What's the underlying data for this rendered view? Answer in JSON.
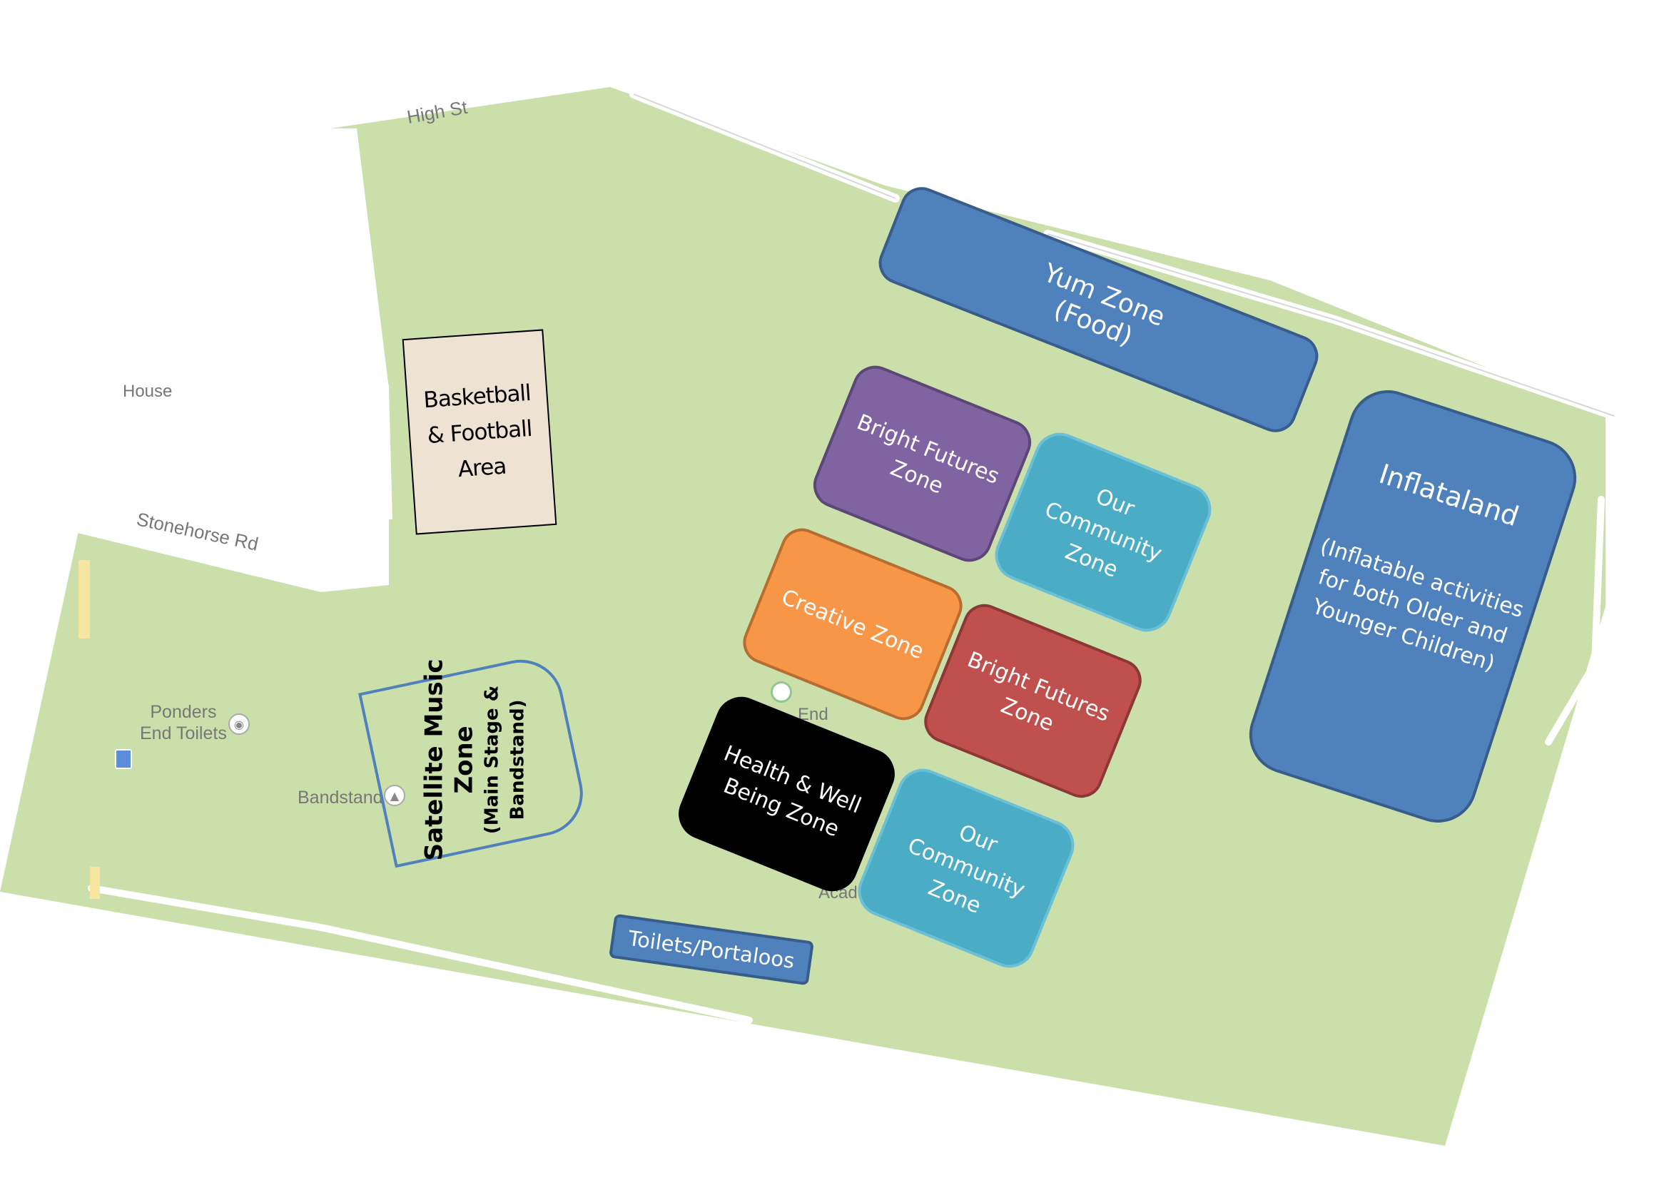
{
  "colors": {
    "park": "#cbdfab",
    "road": "#ffffff",
    "blue": "#4f81bd",
    "blue_border": "#385d8a",
    "purple": "#8064a2",
    "teal": "#4bacc6",
    "orange": "#f79646",
    "red": "#c0504d",
    "black": "#000000",
    "sport": "#eee2d2"
  },
  "streets": {
    "high_st": "High St",
    "stonehorse_rd": "Stonehorse Rd",
    "house_fragment": "House"
  },
  "landmarks": {
    "toilets_line1": "Ponders",
    "toilets_line2": "End Toilets",
    "bandstand": "Bandstand",
    "end_fragment": "End",
    "academy_fragment": "Acad"
  },
  "icons": {
    "toilets": "restroom-icon",
    "bandstand": "bandstand-icon",
    "bus": "bus-stop-icon",
    "marker": "green-marker-icon"
  },
  "zones": {
    "yum": {
      "line1": "Yum Zone",
      "line2": "(Food)"
    },
    "inflataland": {
      "title": "Inflataland",
      "desc1": "(Inflatable activities",
      "desc2": "for both Older and",
      "desc3": "Younger Children)"
    },
    "basketball": {
      "line1": "Basketball",
      "line2": "& Football",
      "line3": "Area"
    },
    "bright_futures_purple": {
      "line1": "Bright Futures",
      "line2": "Zone"
    },
    "community_top": {
      "line1": "Our",
      "line2": "Community",
      "line3": "Zone"
    },
    "creative": {
      "line1": "Creative Zone"
    },
    "bright_futures_red": {
      "line1": "Bright Futures",
      "line2": "Zone"
    },
    "health": {
      "line1": "Health & Well",
      "line2": "Being Zone"
    },
    "community_bottom": {
      "line1": "Our",
      "line2": "Community",
      "line3": "Zone"
    },
    "satellite": {
      "line1": "Satellite Music",
      "line2": "Zone",
      "line3": "(Main Stage &",
      "line4": "Bandstand)"
    },
    "toilets": {
      "line1": "Toilets/Portaloos"
    }
  }
}
